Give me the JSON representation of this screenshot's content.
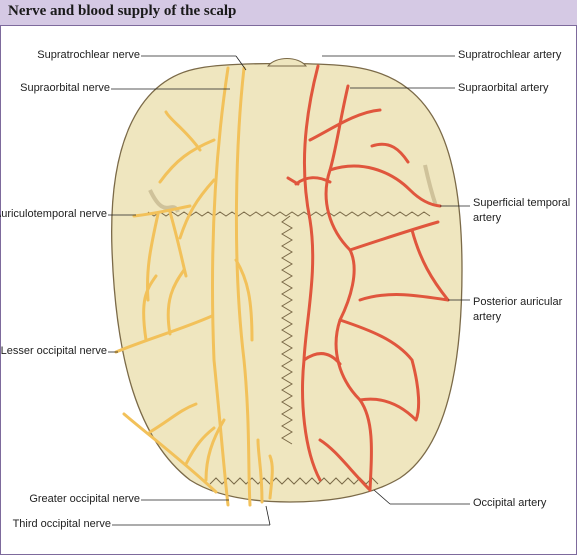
{
  "header": {
    "title": "Nerve and blood supply of the scalp"
  },
  "labels": {
    "supratrochlear_nerve": "Supratrochlear nerve",
    "supraorbital_nerve": "Supraorbital nerve",
    "auriculotemporal_nerve": "Auriculotemporal nerve",
    "lesser_occipital_nerve": "Lesser occipital nerve",
    "greater_occipital_nerve": "Greater occipital nerve",
    "third_occipital_nerve": "Third occipital nerve",
    "supratrochlear_artery": "Supratrochlear artery",
    "supraorbital_artery": "Supraorbital artery",
    "superficial_temporal_artery_1": "Superficial temporal",
    "superficial_temporal_artery_2": "artery",
    "posterior_auricular_artery_1": "Posterior auricular",
    "posterior_auricular_artery_2": "artery",
    "occipital_artery": "Occipital artery"
  },
  "colors": {
    "header_bg": "#d5c9e4",
    "skull": "#efe6bf",
    "skull_outline": "#7b6a48",
    "nerve": "#f2c15a",
    "artery": "#e0563d"
  }
}
